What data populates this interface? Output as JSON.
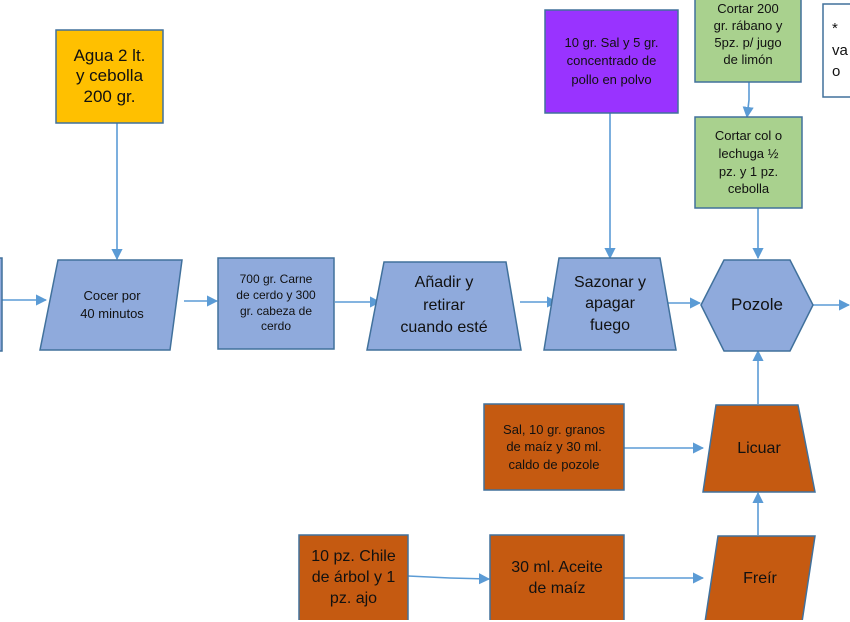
{
  "colors": {
    "yellow": "#FFC000",
    "purple": "#9933FF",
    "green": "#A9D18E",
    "blue": "#8FAADC",
    "orange": "#C55A11",
    "border": "#41719C",
    "arrow": "#5B9BD5"
  },
  "nodes": {
    "agua": "Agua 2 lt.\ny cebolla\n200 gr.",
    "sal_pollo": "10 gr. Sal y 5 gr.\nconcentrado de\npollo en polvo",
    "rabano": "Cortar 200\ngr. rábano y\n5pz. p/ jugo\nde limón",
    "note": "*\nva\no",
    "col": "Cortar col o\nlechuga ½\npz. y  1 pz.\ncebolla",
    "cocer": "Cocer por\n40  minutos",
    "carne": "700 gr. Carne\nde cerdo y 300\ngr. cabeza de\ncerdo",
    "anadir": "Añadir y\nretirar\ncuando esté",
    "sazonar": "Sazonar y\napagar\nfuego",
    "pozole": "Pozole",
    "sal_maiz": "Sal, 10 gr. granos\nde maíz y 30 ml.\ncaldo de pozole",
    "licuar": "Licuar",
    "chile": "10 pz. Chile\nde árbol y 1\npz.  ajo",
    "aceite": "30 ml. Aceite\nde maíz",
    "freir": "Freír"
  }
}
